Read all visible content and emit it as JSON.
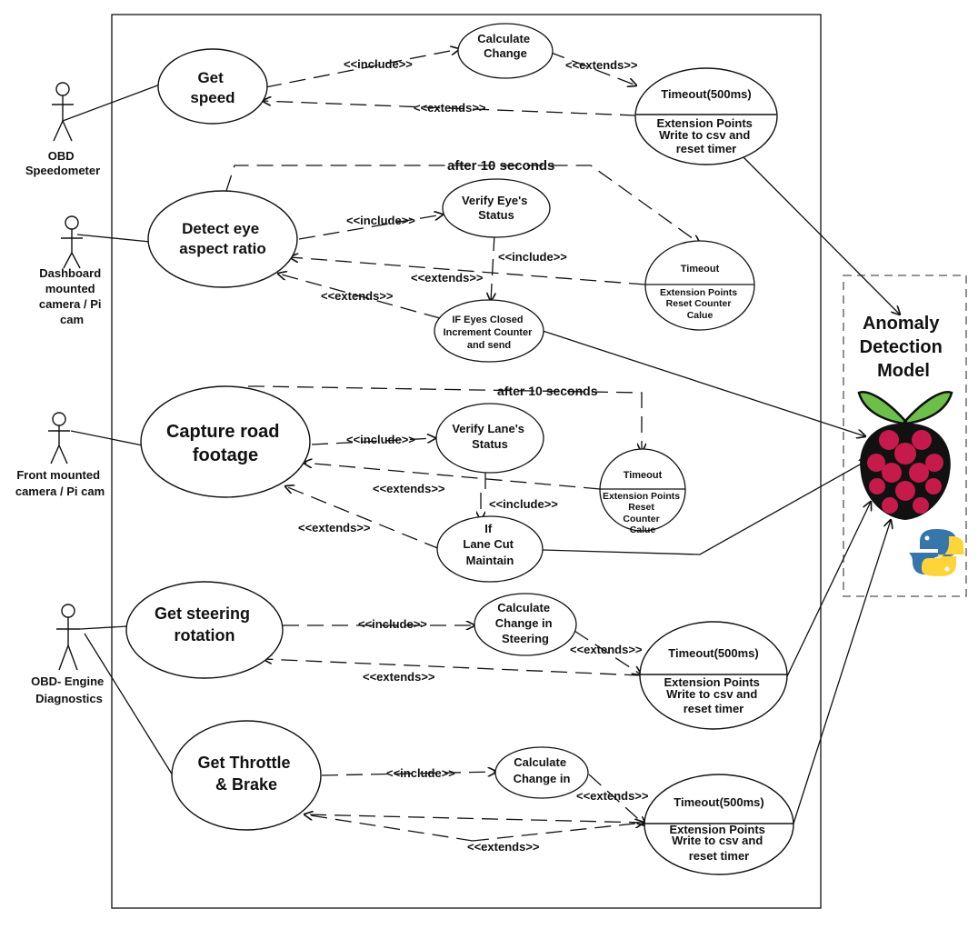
{
  "actors": {
    "obd_speedometer": [
      "OBD",
      "Speedometer"
    ],
    "dashboard_camera": [
      "Dashboard",
      "mounted",
      "camera / Pi",
      "cam"
    ],
    "front_camera": [
      "Front mounted",
      "camera / Pi cam"
    ],
    "obd_engine": [
      "OBD- Engine",
      "Diagnostics"
    ]
  },
  "use_cases": {
    "get_speed": [
      "Get",
      "speed"
    ],
    "detect_eye": [
      "Detect eye",
      "aspect ratio"
    ],
    "capture_road": [
      "Capture road",
      "footage"
    ],
    "get_steering": [
      "Get steering",
      "rotation"
    ],
    "get_throttle": [
      "Get Throttle",
      "& Brake"
    ],
    "calc_change_speed": [
      "Calculate",
      "Change"
    ],
    "verify_eye": [
      "Verify Eye's",
      "Status"
    ],
    "if_eyes_closed": [
      "IF Eyes Closed",
      "Increment Counter",
      "and send"
    ],
    "verify_lane": [
      "Verify Lane's",
      "Status"
    ],
    "if_lane_cut": [
      "If",
      "Lane Cut",
      "Maintain"
    ],
    "calc_change_steering": [
      "Calculate",
      "Change in",
      "Steering"
    ],
    "calc_change_throttle": [
      "Calculate",
      "Change in"
    ]
  },
  "timeouts": {
    "speed": {
      "title": "Timeout(500ms)",
      "body": [
        "Extension Points",
        "Write to csv and",
        "reset timer"
      ]
    },
    "eye": {
      "title": "Timeout",
      "body": [
        "Extension Points",
        "Reset Counter",
        "Calue"
      ]
    },
    "lane": {
      "title": "Timeout",
      "body": [
        "Extension Points",
        "Reset",
        "Counter",
        "Calue"
      ]
    },
    "steering": {
      "title": "Timeout(500ms)",
      "body": [
        "Extension Points",
        "Write to csv and",
        "reset timer"
      ]
    },
    "throttle": {
      "title": "Timeout(500ms)",
      "body": [
        "Extension Points",
        "Write to csv and",
        "reset timer"
      ]
    }
  },
  "relations": {
    "include": "<<include>>",
    "extends": "<<extends>>",
    "after_10_seconds": "after 10 seconds"
  },
  "anomaly_model": [
    "Anomaly",
    "Detection",
    "Model"
  ],
  "icons": [
    "raspberry-pi-logo-icon",
    "python-logo-icon"
  ],
  "colors": {
    "raspberry_red": "#c51a4a",
    "leaf_green": "#6cc04a",
    "python_blue": "#3776ab",
    "python_yellow": "#ffd43b"
  }
}
